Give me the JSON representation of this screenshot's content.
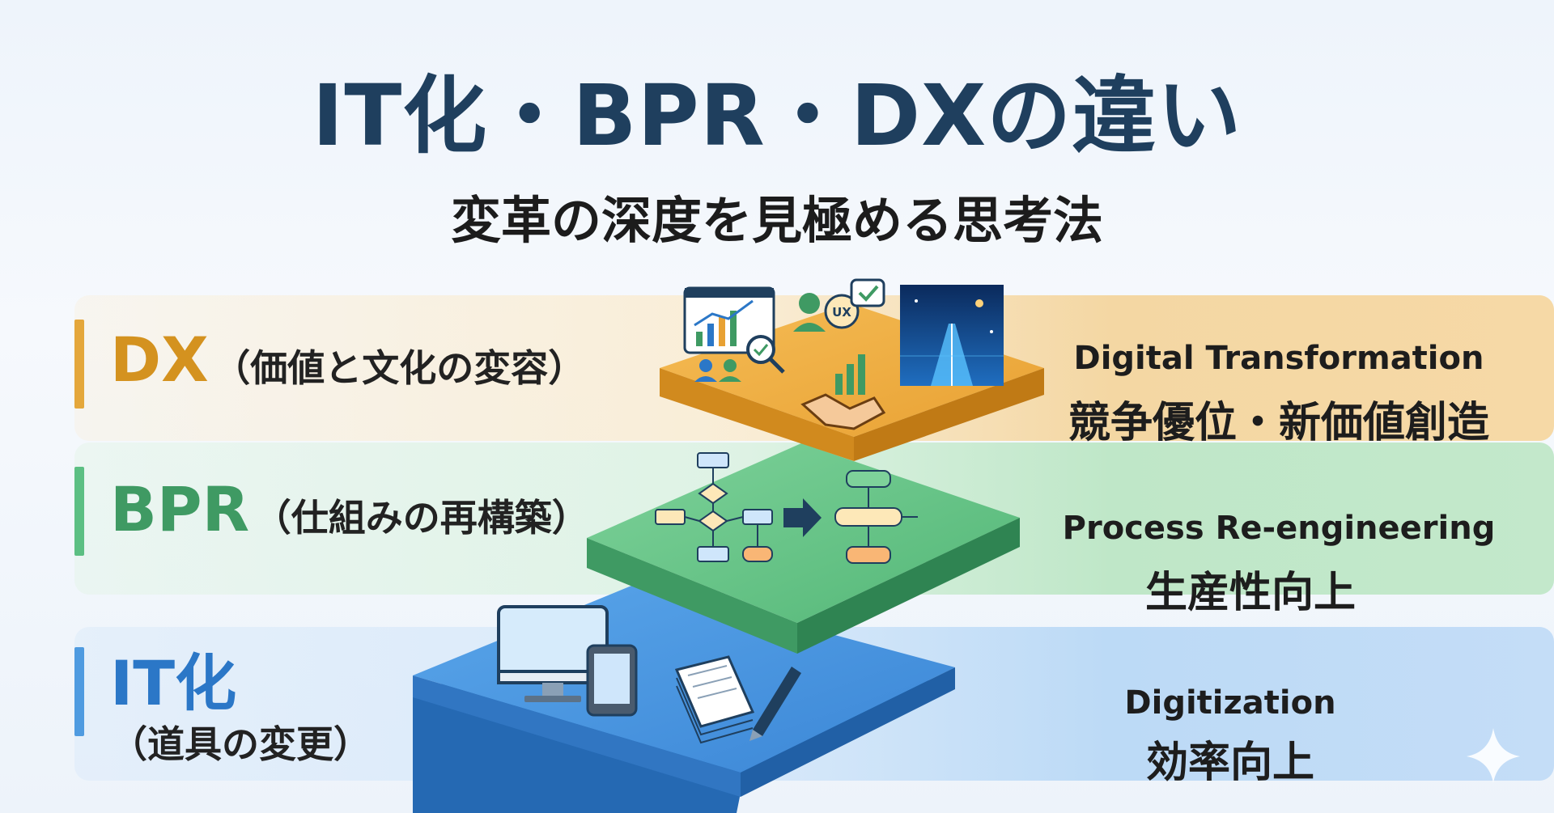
{
  "title": "IT化・BPR・DXの違い",
  "subtitle": "変革の深度を見極める思考法",
  "tiers": [
    {
      "name": "DX",
      "description": "（価値と文化の変容）",
      "english": "Digital Transformation",
      "outcome": "競争優位・新価値創造",
      "color": "#d4921f"
    },
    {
      "name": "BPR",
      "description": "（仕組みの再構築）",
      "english": "Process Re-engineering",
      "outcome": "生産性向上",
      "color": "#3f9a63"
    },
    {
      "name": "IT化",
      "description": "（道具の変更）",
      "english": "Digitization",
      "outcome": "効率向上",
      "color": "#2b77c7"
    }
  ],
  "icons": {
    "dx": [
      "analytics-dashboard-icon",
      "ux-chat-icon",
      "futuristic-road-image",
      "team-icon",
      "handshake-growth-icon"
    ],
    "bpr": [
      "flowchart-before-icon",
      "arrow-right-icon",
      "flowchart-after-icon"
    ],
    "it": [
      "desktop-computer-icon",
      "tablet-icon",
      "paper-stack-icon",
      "pen-icon"
    ]
  },
  "decorations": [
    "sparkle-icon"
  ]
}
